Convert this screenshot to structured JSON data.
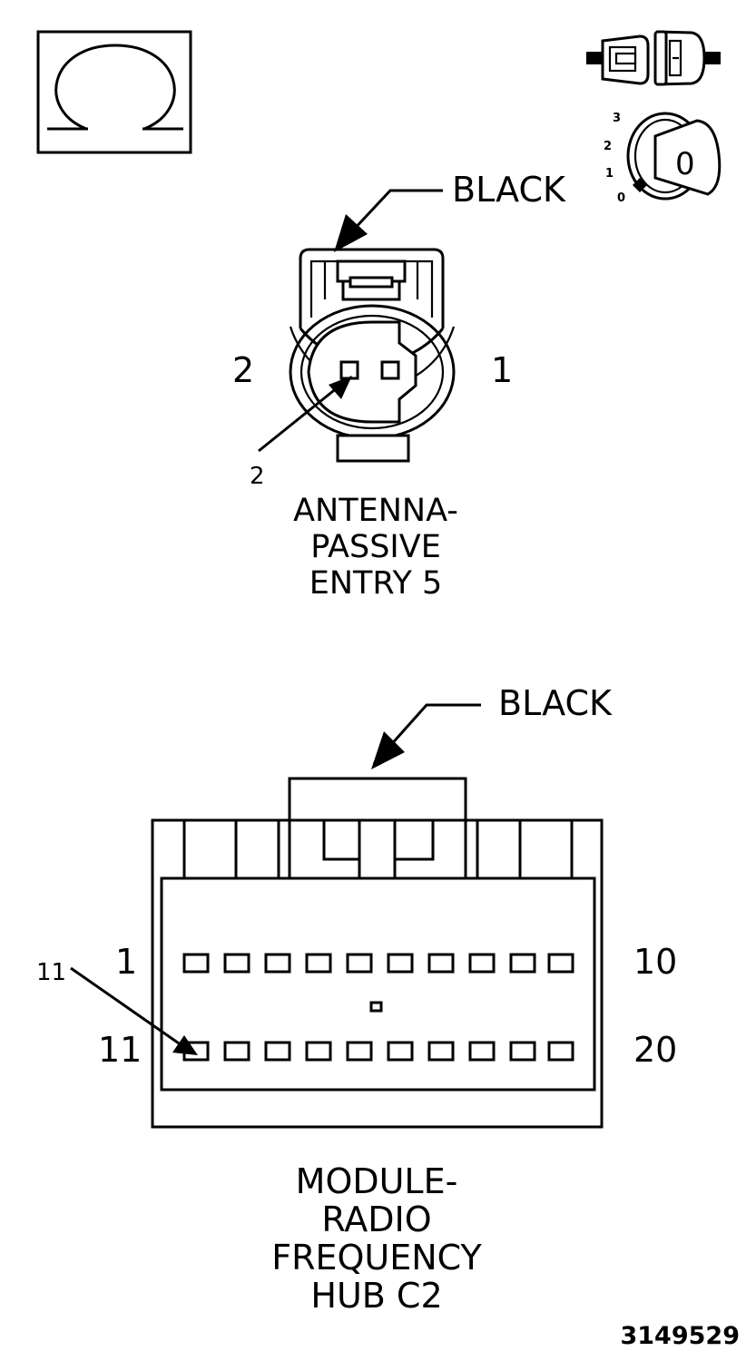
{
  "connector_1": {
    "color_label": "BLACK",
    "pin_left": "2",
    "pin_right": "1",
    "callout_pin": "2",
    "name_lines": [
      "ANTENNA-",
      "PASSIVE",
      "ENTRY 5"
    ]
  },
  "connector_2": {
    "color_label": "BLACK",
    "row1_start": "1",
    "row1_end": "10",
    "row2_start": "11",
    "row2_end": "20",
    "callout_pin": "11",
    "name_lines": [
      "MODULE-",
      "RADIO",
      "FREQUENCY",
      "HUB C2"
    ]
  },
  "ignition": {
    "positions": [
      "3",
      "2",
      "1",
      "0"
    ],
    "key_label": "0"
  },
  "figure_number": "3149529"
}
